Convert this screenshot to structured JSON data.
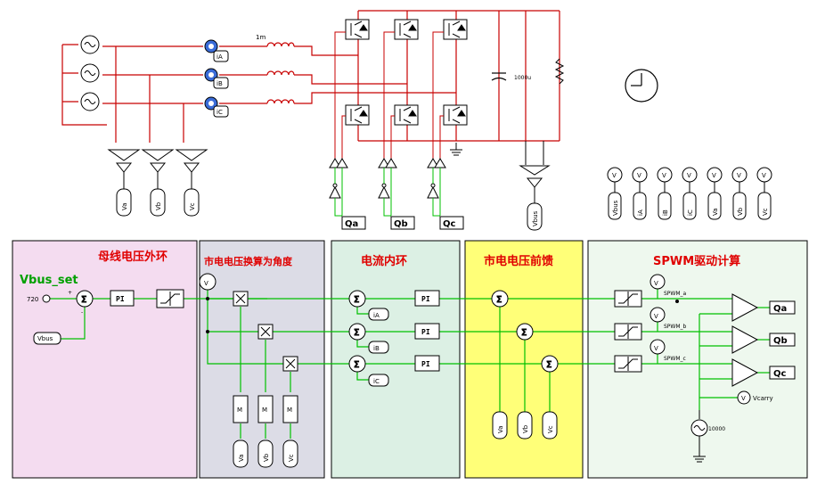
{
  "panels": {
    "dc_loop": "母线电压外环",
    "angle": "市电电压换算为角度",
    "current_loop": "电流内环",
    "feedforward": "市电电压前馈",
    "spwm": "SPWM驱动计算"
  },
  "labels": {
    "vbus_set": "Vbus_set",
    "vbus_set_value": "720",
    "inductance": "1m",
    "capacitance": "1000u",
    "spwm_a": "SPWM_a",
    "spwm_b": "SPWM_b",
    "spwm_c": "SPWM_c",
    "vcarry": "Vcarry",
    "carrier_freq": "10000",
    "pi": "PI",
    "v": "V",
    "m": "M"
  },
  "power_stage": {
    "current_sensors": [
      "iA",
      "iB",
      "iC"
    ],
    "gate_labels": [
      "Qa",
      "Qb",
      "Qc"
    ],
    "voltage_probes": [
      "Va",
      "Vb",
      "Vc"
    ],
    "bus_probe": "Vbus"
  },
  "meters": [
    "Vbus",
    "iA",
    "iB",
    "iC",
    "Va",
    "Vb",
    "Vc"
  ],
  "control": {
    "vbus_fb": "Vbus",
    "current_fb": [
      "iA",
      "iB",
      "iC"
    ],
    "angle_inputs": [
      "Va",
      "Vb",
      "Vc"
    ],
    "ff_inputs": [
      "Va",
      "Vb",
      "Vc"
    ],
    "outputs": [
      "Qa",
      "Qb",
      "Qc"
    ]
  },
  "colors": {
    "power_wire": "#c80000",
    "signal_wire": "#00c000",
    "panel_pink": "#f4dcf0",
    "panel_gray": "#dcdce6",
    "panel_green": "#dcf0e4",
    "panel_yellow": "#ffff78",
    "panel_lightgreen": "#eef8ee"
  }
}
